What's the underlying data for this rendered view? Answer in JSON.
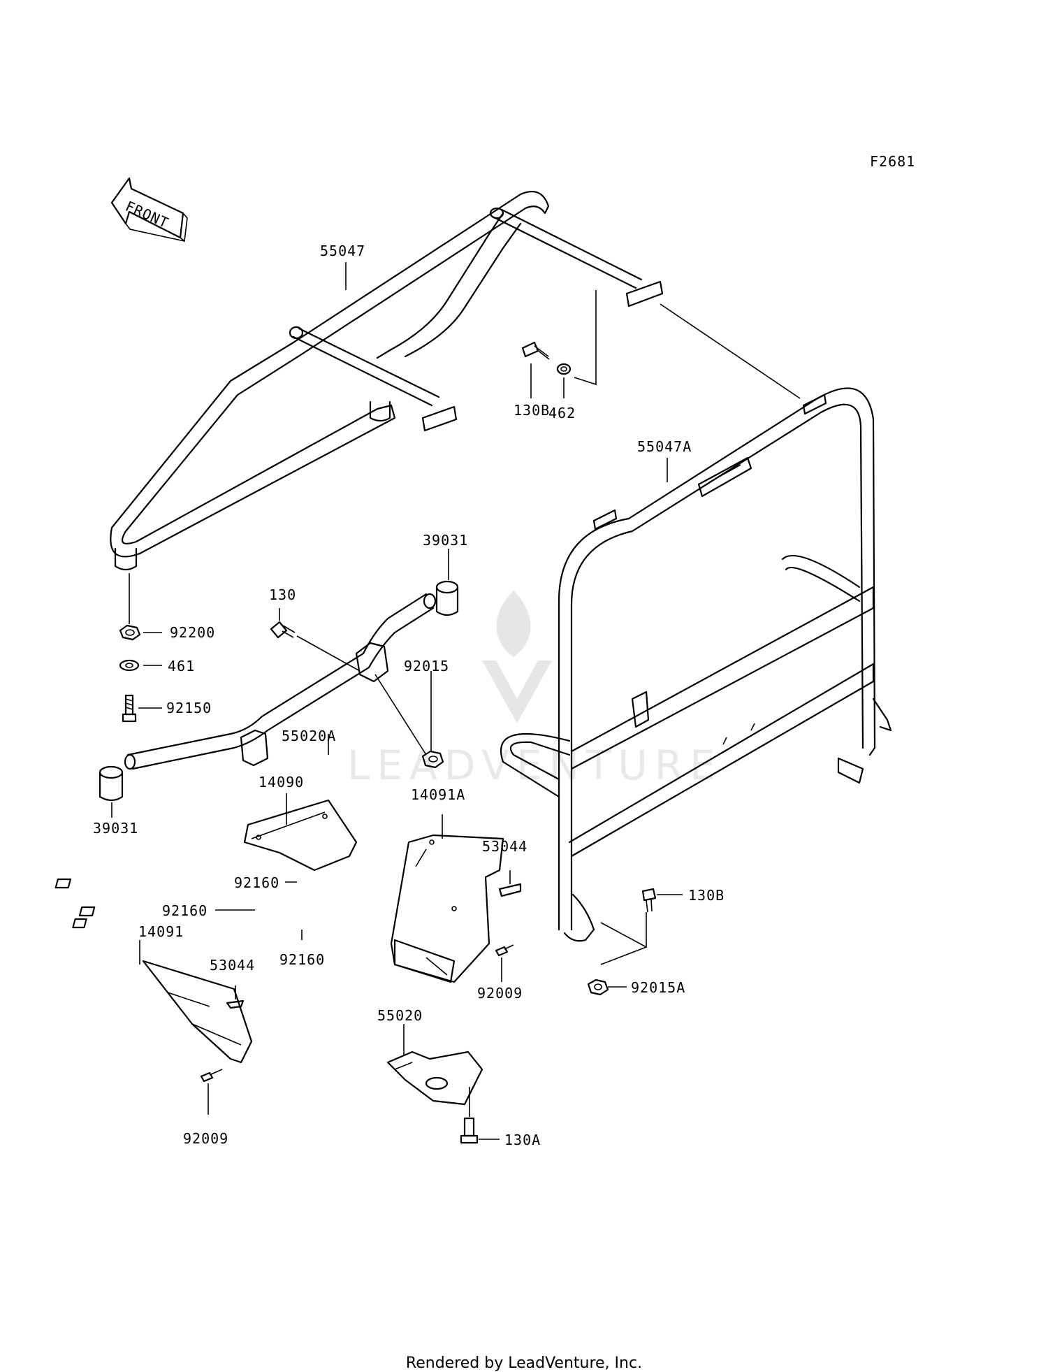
{
  "diagram": {
    "figure_code": "F2681",
    "front_label": "FRONT",
    "watermark": "LEADVENTURE",
    "footer": "Rendered by LeadVenture, Inc.",
    "callouts": {
      "c55047": "55047",
      "c130B_top": "130B",
      "c462": "462",
      "c55047A": "55047A",
      "c39031_top": "39031",
      "c130": "130",
      "c92200": "92200",
      "c461": "461",
      "c92015": "92015",
      "c92150": "92150",
      "c55020A": "55020A",
      "c14090": "14090",
      "c39031_bottom": "39031",
      "c14091A": "14091A",
      "c53044_right": "53044",
      "c92160_a": "92160",
      "c92160_b": "92160",
      "c92160_c": "92160",
      "c130B_right": "130B",
      "c14091": "14091",
      "c53044_left": "53044",
      "c92009_mid": "92009",
      "c92015A": "92015A",
      "c55020": "55020",
      "c92009_bottom": "92009",
      "c130A": "130A"
    }
  }
}
